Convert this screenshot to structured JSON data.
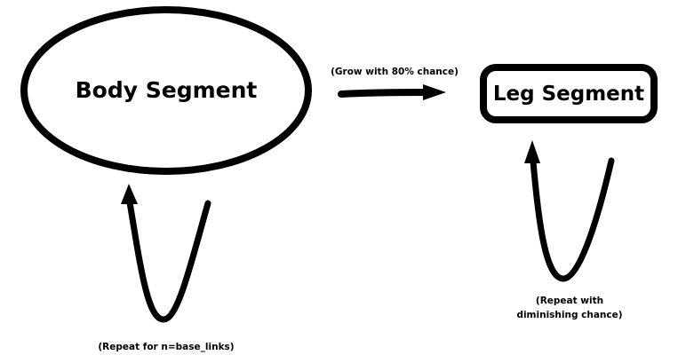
{
  "nodes": {
    "body": {
      "label": "Body Segment"
    },
    "leg": {
      "label": "Leg Segment"
    }
  },
  "edges": {
    "grow": {
      "label": "(Grow with 80% chance)"
    },
    "body_repeat": {
      "label": "(Repeat for n=base_links)"
    },
    "leg_repeat": {
      "line1": "(Repeat with",
      "line2": "diminishing chance)"
    }
  },
  "colors": {
    "stroke": "#000000",
    "background": "#ffffff"
  }
}
